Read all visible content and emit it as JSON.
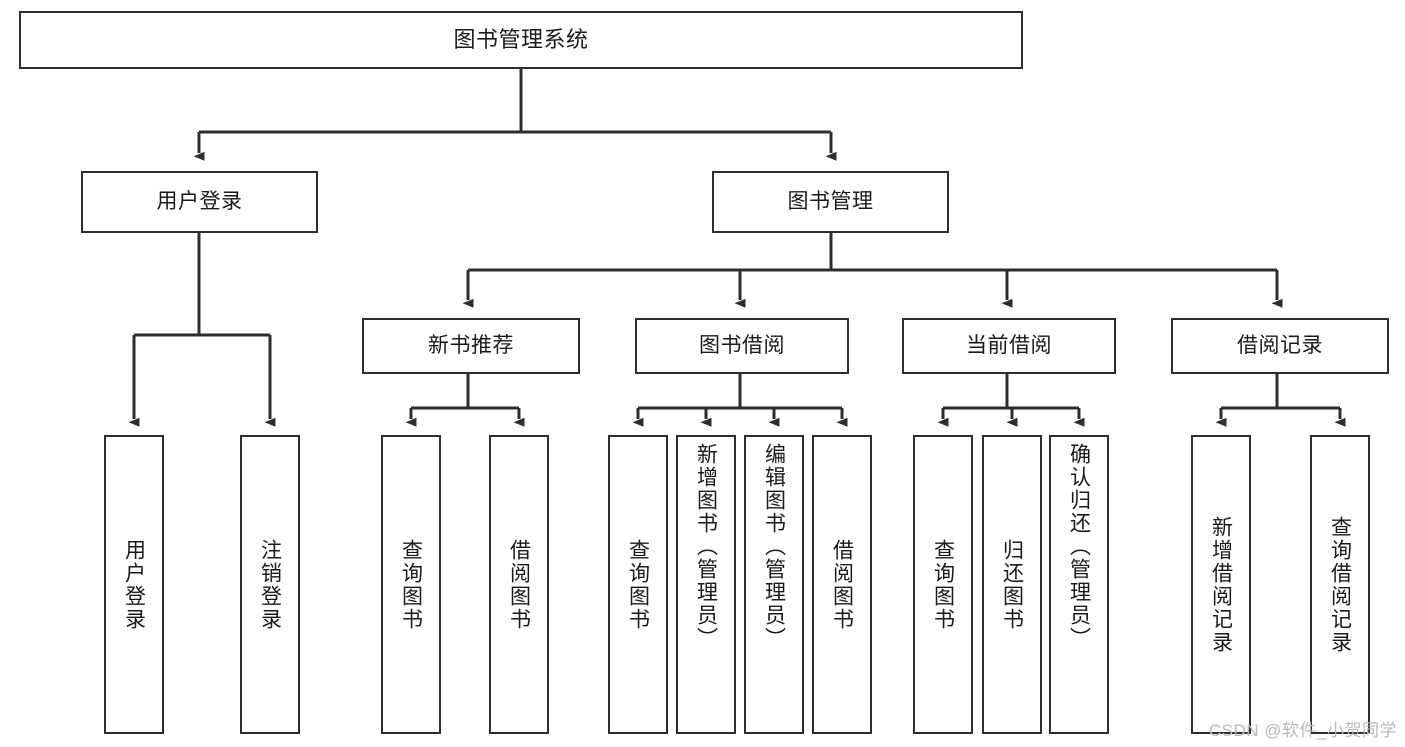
{
  "diagram": {
    "title": "图书管理系统",
    "type": "tree",
    "background": "#ffffff",
    "line_color": "#2e2e2e",
    "text_color": "#1a1a1a"
  },
  "root": {
    "label": "图书管理系统"
  },
  "level2": [
    {
      "id": "user-login",
      "label": "用户登录"
    },
    {
      "id": "book-manage",
      "label": "图书管理"
    }
  ],
  "level3": [
    {
      "id": "new-book-recommend",
      "label": "新书推荐"
    },
    {
      "id": "book-borrow",
      "label": "图书借阅"
    },
    {
      "id": "current-borrow",
      "label": "当前借阅"
    },
    {
      "id": "borrow-record",
      "label": "借阅记录"
    }
  ],
  "leaves": {
    "user_login": [
      {
        "id": "leaf-user-login",
        "label": "用户登录"
      },
      {
        "id": "leaf-logout-login",
        "label": "注销登录"
      }
    ],
    "new_book_recommend": [
      {
        "id": "leaf-query-book-1",
        "label": "查询图书"
      },
      {
        "id": "leaf-borrow-book-1",
        "label": "借阅图书"
      }
    ],
    "book_borrow": [
      {
        "id": "leaf-query-book-2",
        "label": "查询图书"
      },
      {
        "id": "leaf-add-book",
        "label": "新增图书（管理员）"
      },
      {
        "id": "leaf-edit-book",
        "label": "编辑图书（管理员）"
      },
      {
        "id": "leaf-borrow-book-2",
        "label": "借阅图书"
      }
    ],
    "current_borrow": [
      {
        "id": "leaf-query-book-3",
        "label": "查询图书"
      },
      {
        "id": "leaf-return-book",
        "label": "归还图书"
      },
      {
        "id": "leaf-confirm-return",
        "label": "确认归还（管理员）"
      }
    ],
    "borrow_record": [
      {
        "id": "leaf-add-record",
        "label": "新增借阅记录"
      },
      {
        "id": "leaf-query-record",
        "label": "查询借阅记录"
      }
    ]
  },
  "watermark": {
    "text": "CSDN @软件_小贺同学"
  }
}
